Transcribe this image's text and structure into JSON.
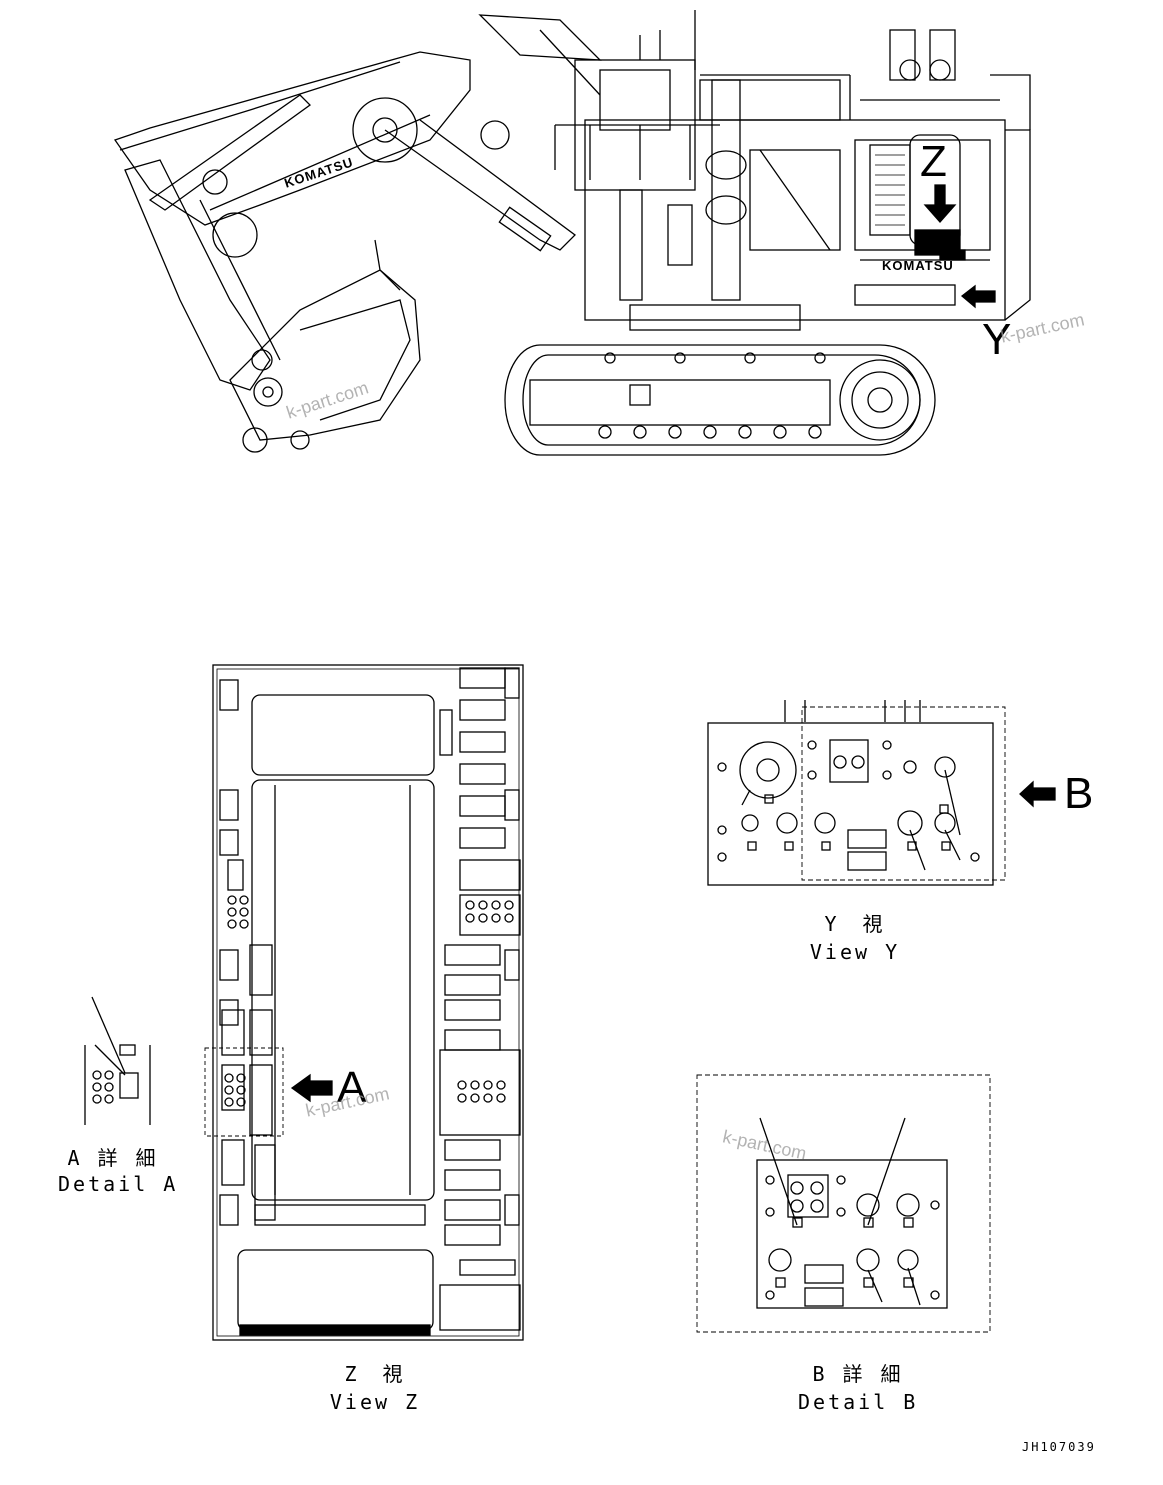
{
  "brand": {
    "logo_text": "KOMATSU"
  },
  "markers": {
    "z": "Z",
    "y": "Y",
    "a": "A",
    "b": "B"
  },
  "captions": {
    "view_y_jp": "Y　視",
    "view_y_en": "View Y",
    "view_z_jp": "Z　視",
    "view_z_en": "View Z",
    "detail_a_jp": "A 詳 細",
    "detail_a_en": "Detail A",
    "detail_b_jp": "B 詳 細",
    "detail_b_en": "Detail B"
  },
  "watermark": "k-part.com",
  "document_id": "JH107039",
  "colors": {
    "line": "#000000",
    "background": "#ffffff",
    "watermark": "#9a9a9a"
  }
}
